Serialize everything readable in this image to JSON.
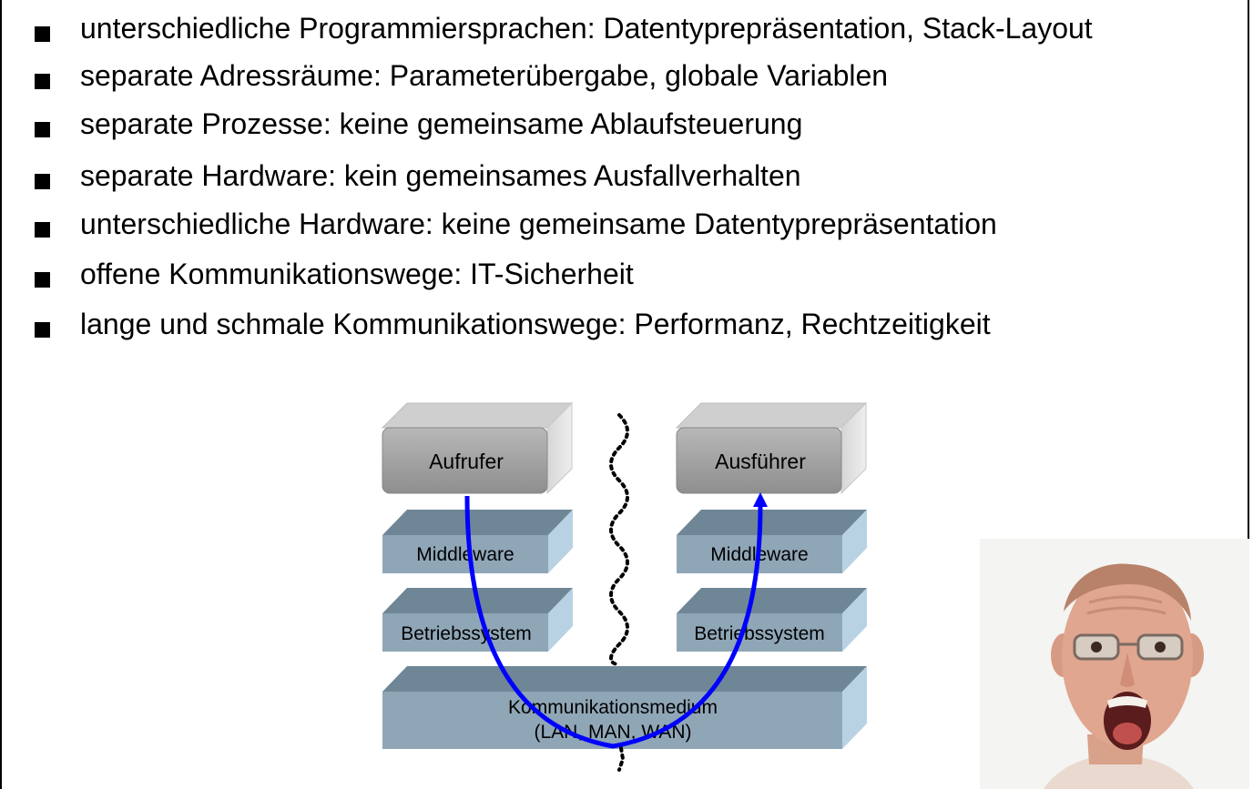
{
  "bullets": [
    "unterschiedliche Programmiersprachen: Datentyprepräsentation, Stack-Layout",
    "separate Adressräume: Parameterübergabe, globale Variablen",
    "separate Prozesse: keine gemeinsame Ablaufsteuerung",
    "separate Hardware: kein gemeinsames Ausfallverhalten",
    "unterschiedliche Hardware: keine gemeinsame Datentyprepräsentation",
    "offene Kommunikationswege: IT-Sicherheit",
    "lange und schmale Kommunikationswege: Performanz, Rechtzeitigkeit"
  ],
  "diagram": {
    "left_stack": {
      "caller": "Aufrufer",
      "middleware": "Middleware",
      "os": "Betriebssystem"
    },
    "right_stack": {
      "executor": "Ausführer",
      "middleware": "Middleware",
      "os": "Betriebssystem"
    },
    "medium": {
      "line1": "Kommunikationsmedium",
      "line2": "(LAN, MAN, WAN)"
    },
    "colors": {
      "top_box": "#9a9a9a",
      "top_box_roof": "#c8c8c8",
      "layer_front": "#8fa6b7",
      "layer_roof": "#6f8696",
      "layer_side": "#b9d2e3",
      "arrow": "#0000ff"
    }
  }
}
